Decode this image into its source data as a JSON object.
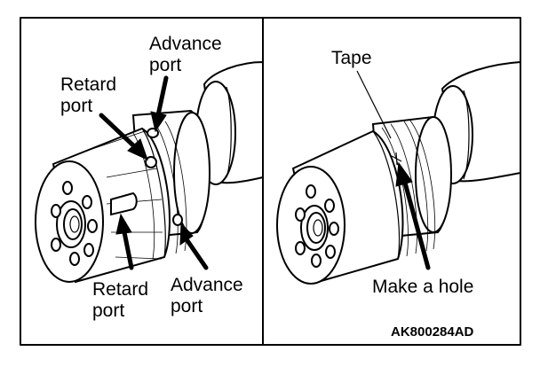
{
  "left_panel": {
    "labels": {
      "advance_top_line1": "Advance",
      "advance_top_line2": "port",
      "retard_top_line1": "Retard",
      "retard_top_line2": "port",
      "retard_bottom_line1": "Retard",
      "retard_bottom_line2": "port",
      "advance_bottom_line1": "Advance",
      "advance_bottom_line2": "port"
    }
  },
  "right_panel": {
    "labels": {
      "tape": "Tape",
      "make_hole": "Make a hole"
    },
    "code": "AK800284AD"
  }
}
